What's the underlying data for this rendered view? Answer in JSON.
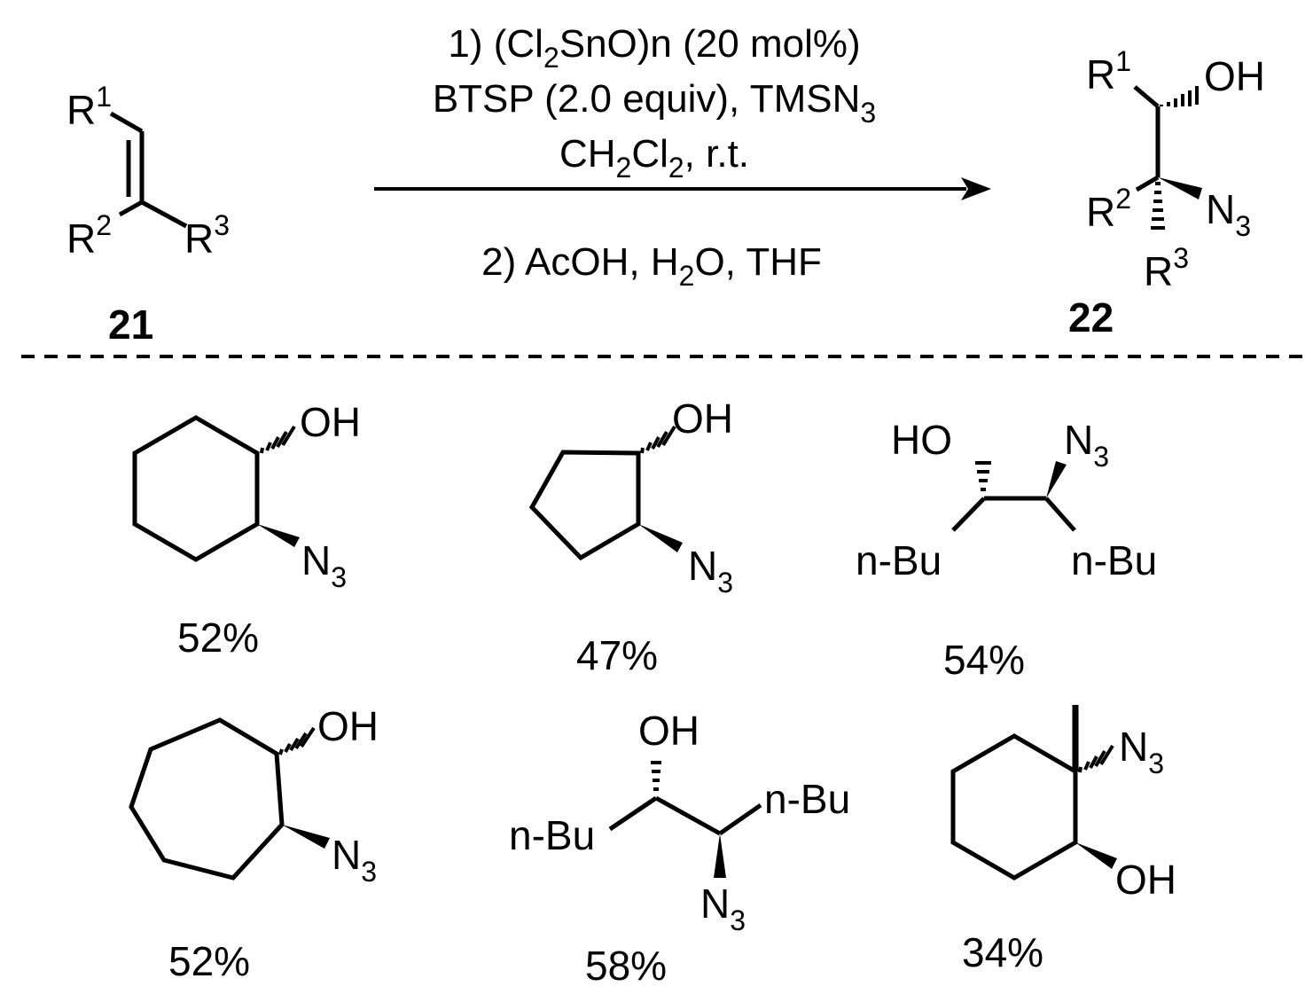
{
  "scheme": {
    "reactant": {
      "label": "21",
      "substituents": {
        "r1": "R",
        "r1_sup": "1",
        "r2": "R",
        "r2_sup": "2",
        "r3": "R",
        "r3_sup": "3"
      }
    },
    "conditions": {
      "step1_prefix": "1) (Cl",
      "step1_sub": "2",
      "step1_suffix": "SnO)n (20 mol%)",
      "step1_line2_prefix": "BTSP (2.0 equiv), TMSN",
      "step1_line2_sub": "3",
      "step1_line3_a": "CH",
      "step1_line3_sub1": "2",
      "step1_line3_b": "Cl",
      "step1_line3_sub2": "2",
      "step1_line3_c": ", r.t.",
      "step2_prefix": "2) AcOH, H",
      "step2_sub": "2",
      "step2_suffix": "O, THF"
    },
    "product": {
      "label": "22",
      "r1": "R",
      "r1_sup": "1",
      "r2": "R",
      "r2_sup": "2",
      "r3": "R",
      "r3_sup": "3",
      "oh": "OH",
      "n3": "N",
      "n3_sub": "3"
    }
  },
  "examples": [
    {
      "name": "azido-cyclohexanol",
      "oh": "OH",
      "n3": "N",
      "n3_sub": "3",
      "yield": "52%"
    },
    {
      "name": "azido-cyclopentanol",
      "oh": "OH",
      "n3": "N",
      "n3_sub": "3",
      "yield": "47%"
    },
    {
      "name": "azido-decanol-a",
      "oh": "HO",
      "n3": "N",
      "n3_sub": "3",
      "nbu_left": "n-Bu",
      "nbu_right": "n-Bu",
      "yield": "54%"
    },
    {
      "name": "azido-cycloheptanol",
      "oh": "OH",
      "n3": "N",
      "n3_sub": "3",
      "yield": "52%"
    },
    {
      "name": "azido-decanol-b",
      "oh": "OH",
      "n3": "N",
      "n3_sub": "3",
      "nbu_left": "n-Bu",
      "nbu_right": "n-Bu",
      "yield": "58%"
    },
    {
      "name": "azido-methylcyclohexanol",
      "oh": "OH",
      "n3": "N",
      "n3_sub": "3",
      "yield": "34%"
    }
  ]
}
